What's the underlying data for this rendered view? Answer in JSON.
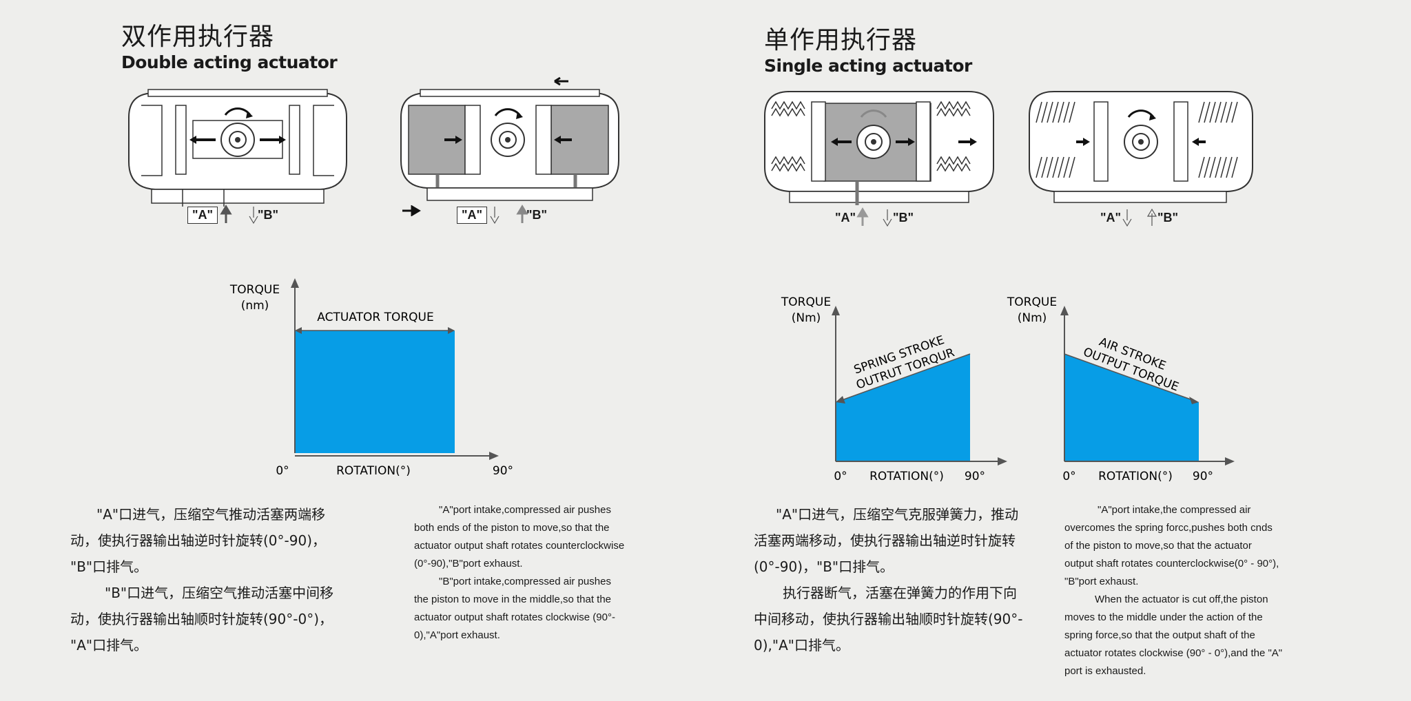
{
  "double": {
    "title_cn": "双作用执行器",
    "title_en": "Double acting actuator",
    "fig1_port_a": "\"A\"",
    "fig1_port_b": "\"B\"",
    "fig2_port_a": "\"A\"",
    "fig2_port_b": "\"B\"",
    "chart": {
      "ylabel_line1": "TORQUE",
      "ylabel_line2": "(nm)",
      "series_label": "ACTUATOR TORQUE",
      "x_start": "0°",
      "xlabel": "ROTATION(°)",
      "x_end": "90°"
    },
    "cn_text": [
      "\"A\"口进气，压缩空气推动活塞两端移",
      "动，使执行器输出轴逆时针旋转(0°-90)，",
      "\"B\"口排气。",
      "\"B\"口进气，压缩空气推动活塞中间移",
      "动，使执行器输出轴顺时针旋转(90°-0°)，",
      "\"A\"口排气。"
    ],
    "en_text": [
      "\"A\"port intake,compressed air pushes",
      "both ends of the piston to move,so that the",
      "actuator output shaft rotates counterclockwise",
      "(0°-90),\"B\"port exhaust.",
      "\"B\"port intake,compressed air pushes",
      "the piston to move in the middle,so that the",
      "actuator output shaft rotates clockwise (90°-",
      "0),\"A\"port exhaust."
    ]
  },
  "single": {
    "title_cn": "单作用执行器",
    "title_en": "Single acting actuator",
    "fig1_port_a": "\"A\"",
    "fig1_port_b": "\"B\"",
    "fig2_port_a": "\"A\"",
    "fig2_port_b": "\"B\"",
    "chart1": {
      "ylabel_line1": "TORQUE",
      "ylabel_line2": "(Nm)",
      "series_line1": "SPRING STROKE",
      "series_line2": "OUTRUT TORQUR",
      "x_start": "0°",
      "xlabel": "ROTATION(°)",
      "x_end": "90°"
    },
    "chart2": {
      "ylabel_line1": "TORQUE",
      "ylabel_line2": "(Nm)",
      "series_line1": "AIR STROKE",
      "series_line2": "OUTPUT TORQUE",
      "x_start": "0°",
      "xlabel": "ROTATION(°)",
      "x_end": "90°"
    },
    "cn_text": [
      "\"A\"口进气，压缩空气克服弹簧力，推动",
      "活塞两端移动，使执行器输出轴逆时针旋转",
      "(0°-90)，\"B\"口排气。",
      "执行器断气，活塞在弹簧力的作用下向",
      "中间移动，使执行器输出轴顺时针旋转(90°-",
      "0),\"A\"口排气。"
    ],
    "en_text": [
      "\"A\"port intake,the compressed air",
      "overcomes the spring forcc,pushes both cnds",
      "of the piston to move,so that the actuator",
      "output shaft rotates counterclockwise(0° - 90°),",
      "\"B\"port exhaust.",
      "When the actuator is cut off,the piston",
      "moves to the middle under the action of the",
      "spring force,so that the output shaft of the",
      "actuator rotates clockwise (90° - 0°),and the \"A\"",
      "port is exhausted."
    ]
  },
  "colors": {
    "fill": "#079de6",
    "axis": "#555555",
    "piston": "#a9a9a9",
    "line": "#333333",
    "background": "#eeeeec"
  },
  "chart_data": [
    {
      "type": "area",
      "title": "ACTUATOR TORQUE",
      "xlabel": "ROTATION(°)",
      "ylabel": "TORQUE (nm)",
      "x": [
        0,
        90
      ],
      "values": [
        1,
        1
      ],
      "series": [
        {
          "name": "ACTUATOR TORQUE",
          "values": [
            1,
            1
          ]
        }
      ]
    },
    {
      "type": "area",
      "title": "SPRING STROKE OUTRUT TORQUR",
      "xlabel": "ROTATION(°)",
      "ylabel": "TORQUE (Nm)",
      "x": [
        0,
        90
      ],
      "values": [
        0.32,
        0.8
      ],
      "series": [
        {
          "name": "SPRING STROKE OUTRUT TORQUR",
          "values": [
            0.32,
            0.8
          ]
        }
      ]
    },
    {
      "type": "area",
      "title": "AIR STROKE OUTPUT TORQUE",
      "xlabel": "ROTATION(°)",
      "ylabel": "TORQUE (Nm)",
      "x": [
        0,
        90
      ],
      "values": [
        0.8,
        0.43
      ],
      "series": [
        {
          "name": "AIR STROKE OUTPUT TORQUE",
          "values": [
            0.8,
            0.43
          ]
        }
      ]
    }
  ]
}
